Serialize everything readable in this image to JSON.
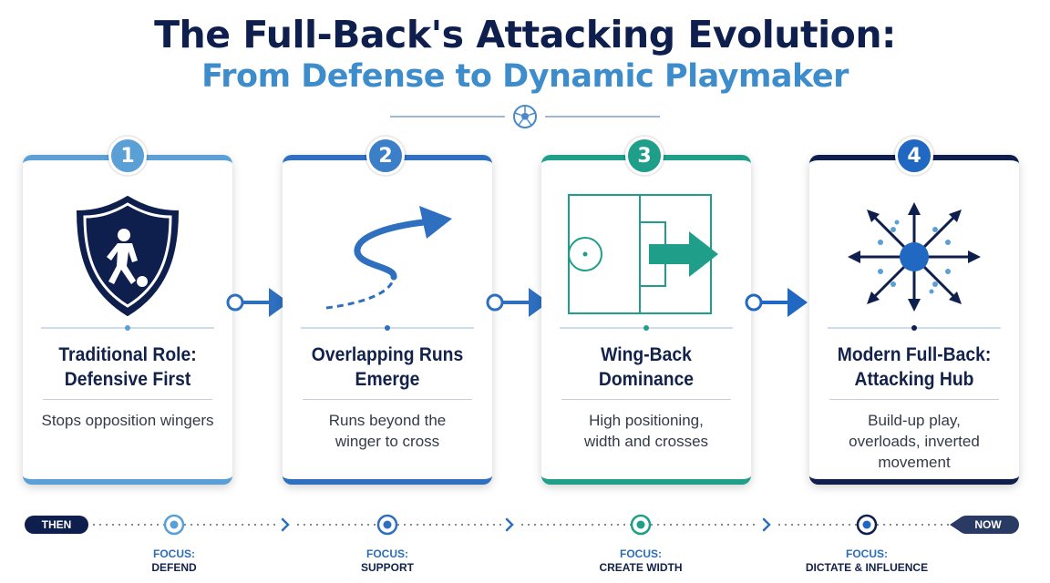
{
  "header": {
    "title": "The Full-Back's Attacking Evolution:",
    "subtitle": "From Defense to Dynamic Playmaker"
  },
  "colors": {
    "navy": "#0e1f4d",
    "light_blue": "#5a9fd6",
    "mid_blue": "#2e6fbf",
    "teal": "#1f9e8a",
    "accent_blue": "#2168c2"
  },
  "stages": [
    {
      "number": "1",
      "title_line1": "Traditional Role:",
      "title_line2": "Defensive First",
      "desc": [
        "Stops opposition wingers"
      ],
      "icon": "shield-player-icon",
      "focus_label": "FOCUS:",
      "focus_value": "DEFEND"
    },
    {
      "number": "2",
      "title_line1": "Overlapping Runs",
      "title_line2": "Emerge",
      "desc": [
        "Runs beyond the",
        "winger to cross"
      ],
      "icon": "curved-run-arrow-icon",
      "focus_label": "FOCUS:",
      "focus_value": "SUPPORT"
    },
    {
      "number": "3",
      "title_line1": "Wing-Back",
      "title_line2": "Dominance",
      "desc": [
        "High positioning,",
        "width and crosses"
      ],
      "icon": "pitch-arrow-icon",
      "focus_label": "FOCUS:",
      "focus_value": "CREATE WIDTH"
    },
    {
      "number": "4",
      "title_line1": "Modern Full-Back:",
      "title_line2": "Attacking Hub",
      "desc": [
        "Build-up play,",
        "overloads, inverted",
        "movement"
      ],
      "icon": "hub-arrows-icon",
      "focus_label": "FOCUS:",
      "focus_value": "DICTATE & INFLUENCE"
    }
  ],
  "timeline": {
    "start_label": "THEN",
    "end_label": "NOW"
  }
}
